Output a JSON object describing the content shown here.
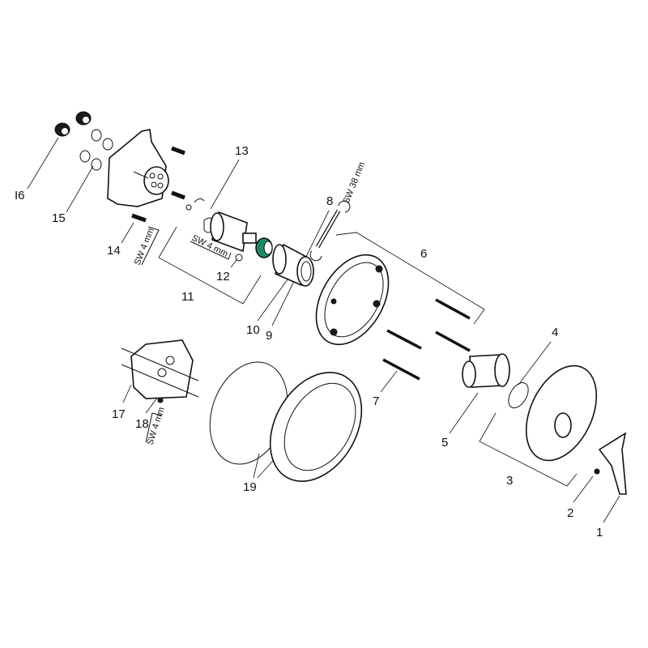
{
  "diagram": {
    "title": "Exploded parts view",
    "labels": {
      "p1": "1",
      "p2": "2",
      "p3": "3",
      "p4": "4",
      "p5": "5",
      "p6": "6",
      "p7": "7",
      "p8": "8",
      "p9": "9",
      "p10": "10",
      "p11": "11",
      "p12": "12",
      "p13": "13",
      "p14": "14",
      "p15": "15",
      "p16": "I6",
      "p17": "17",
      "p18": "18",
      "p19": "19"
    },
    "tool_labels": {
      "sw4_a": "SW 4 mm",
      "sw4_b": "SW 4 mm",
      "sw4_c": "SW 4 mm",
      "sw38": "SW 38 mm"
    },
    "colors": {
      "accent_ring": "#1f8a68",
      "line": "#111111"
    }
  }
}
